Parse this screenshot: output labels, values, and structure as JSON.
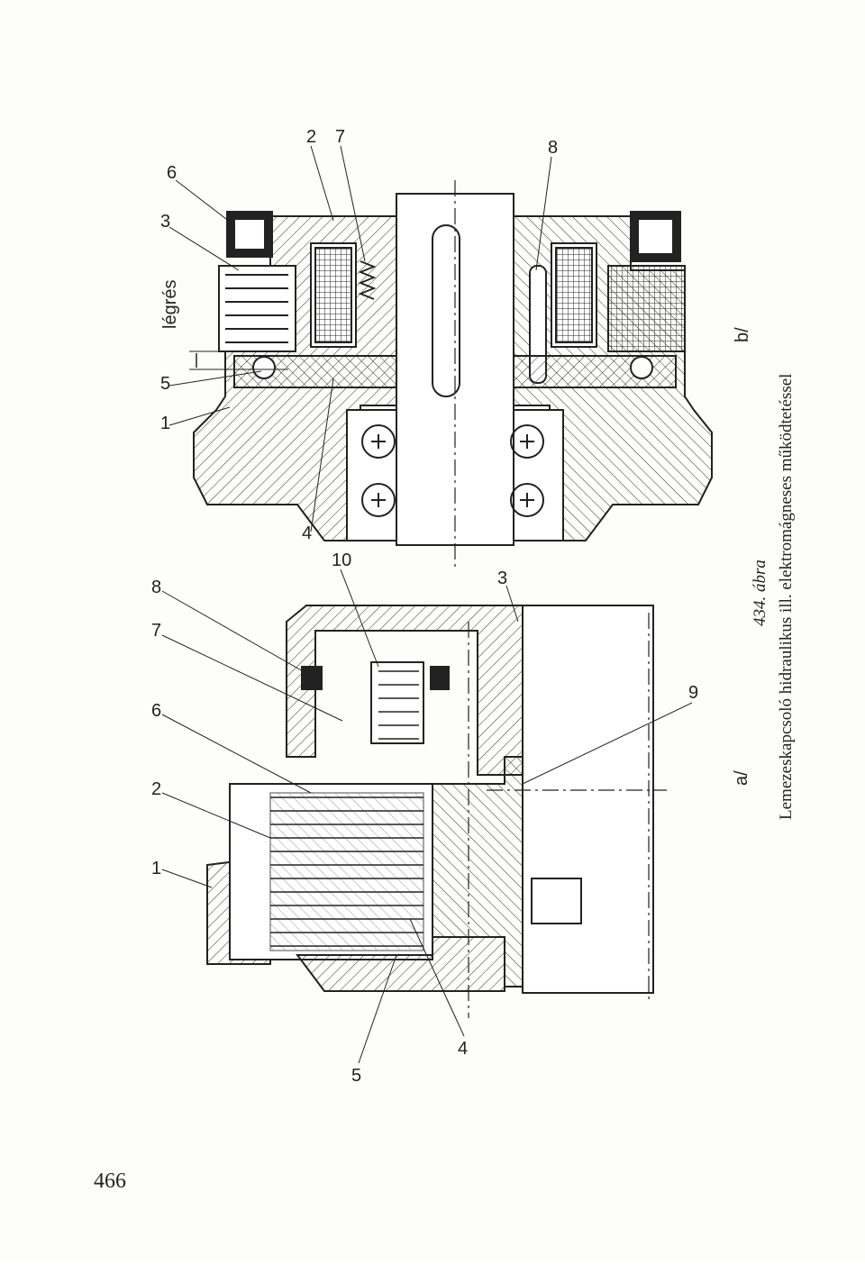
{
  "page_number": "466",
  "caption": {
    "figure_number": "434. ábra",
    "title": "Lemezeskapcsoló hidraulikus ill. elektromágneses működtetéssel"
  },
  "panel_a": {
    "label": "a/",
    "callouts": [
      "1",
      "2",
      "6",
      "7",
      "8",
      "10",
      "3",
      "9",
      "4",
      "5"
    ]
  },
  "panel_b": {
    "label": "b/",
    "gap_label": "légrés",
    "callouts": [
      "6",
      "3",
      "5",
      "1",
      "2",
      "7",
      "8",
      "4"
    ]
  },
  "colors": {
    "ink": "#222222",
    "paper": "#fdfdfb"
  }
}
